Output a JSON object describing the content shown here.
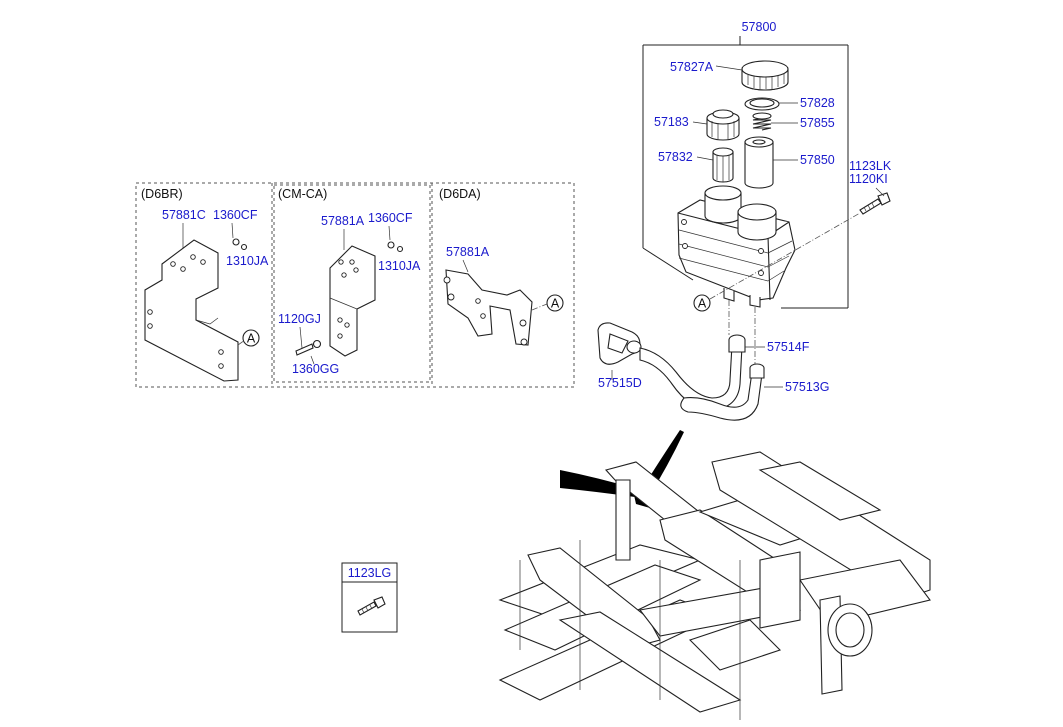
{
  "assembly": {
    "label": "57800",
    "parts": {
      "cap_a": "57827A",
      "gasket": "57828",
      "cap": "57183",
      "spring": "57855",
      "strainer": "57832",
      "filter": "57850",
      "bolt_a": "1123LK",
      "bolt_b": "1120KI"
    }
  },
  "variants": [
    {
      "title": "(D6BR)",
      "bracket": "57881C",
      "bolt": "1360CF",
      "nut": "1310JA",
      "ref": "A"
    },
    {
      "title": "(CM-CA)",
      "bracket": "57881A",
      "bolt": "1360CF",
      "nut": "1310JA",
      "screw": "1120GJ",
      "washer": "1360GG"
    },
    {
      "title": "(D6DA)",
      "bracket": "57881A",
      "ref": "A"
    }
  ],
  "hoses": {
    "hose_a": "57514F",
    "hose_b": "57513G",
    "clamp": "57515D"
  },
  "reservoir_ref": "A",
  "legend_box": {
    "label": "1123LG"
  },
  "icons": [
    "bracket-icon",
    "reservoir-icon",
    "hose-icon",
    "bolt-icon",
    "chassis-icon"
  ]
}
